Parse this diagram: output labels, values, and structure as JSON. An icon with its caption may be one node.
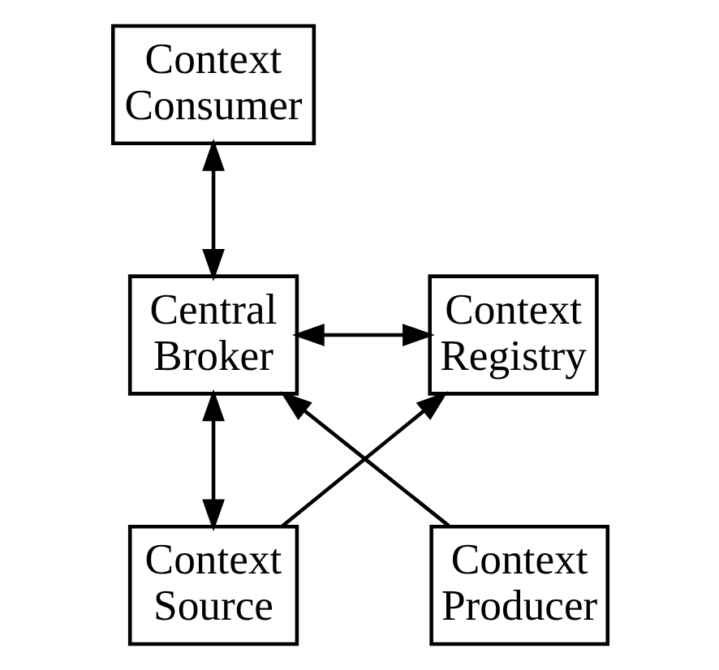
{
  "diagram": {
    "nodes": [
      {
        "text": [
          "Context Consumer"
        ]
      },
      {
        "text": [
          "Central Broker"
        ]
      },
      {
        "text": [
          "Context Registry"
        ]
      },
      {
        "text": [
          "Context Producer"
        ]
      },
      {
        "text": [
          "Context Source"
        ]
      }
    ],
    "edges": [
      {
        "from": 0,
        "to": 1,
        "arrow": "both"
      },
      {
        "from": 1,
        "to": 2,
        "arrow": "both"
      },
      {
        "from": 3,
        "to": 1,
        "arrow": "to"
      },
      {
        "from": 1,
        "to": 4,
        "arrow": "both"
      },
      {
        "from": 4,
        "to": 2,
        "arrow": "to"
      }
    ]
  }
}
